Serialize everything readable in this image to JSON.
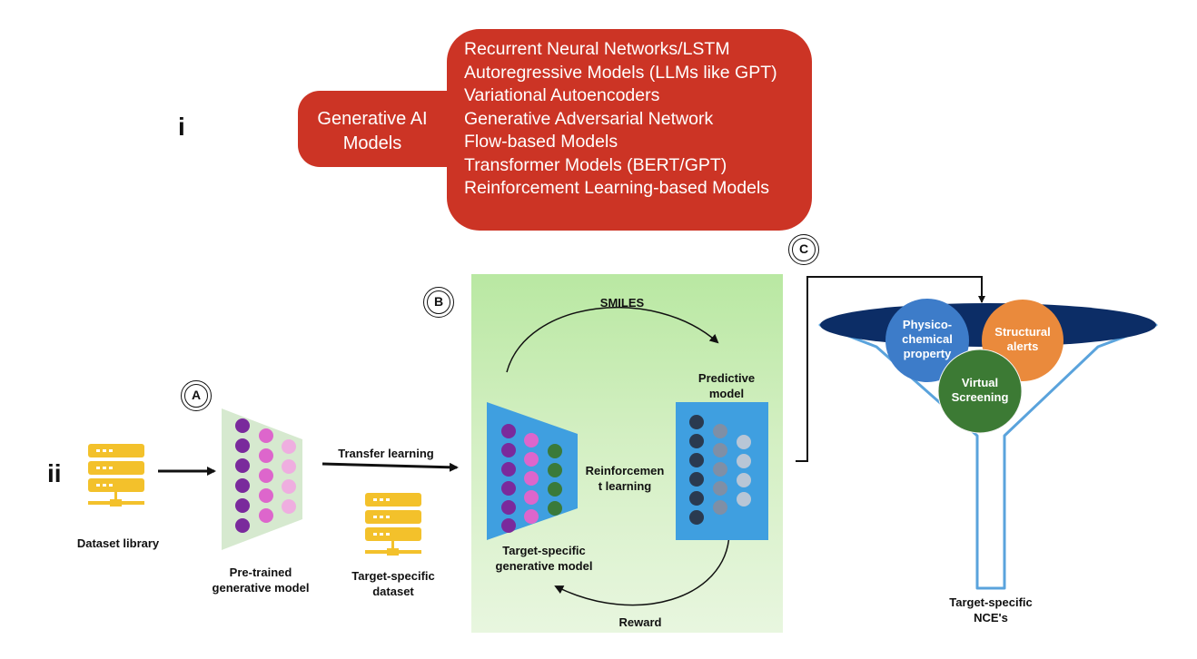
{
  "section_i": {
    "marker": "i",
    "category": "Generative AI Models",
    "models": [
      "Recurrent Neural Networks/LSTM",
      "Autoregressive Models (LLMs like GPT)",
      "Variational Autoencoders",
      "Generative Adversarial Network",
      "Flow-based Models",
      "Transformer Models (BERT/GPT)",
      "Reinforcement Learning-based Models"
    ]
  },
  "section_ii": {
    "marker": "ii",
    "step_a": {
      "badge": "A",
      "dataset": "Dataset library",
      "model": "Pre-trained generative model"
    },
    "transfer": "Transfer learning",
    "target_dataset": "Target-specific dataset",
    "step_b": {
      "badge": "B",
      "smiles": "SMILES",
      "predictive": "Predictive model",
      "rl_line1": "Reinforcemen",
      "rl_line2": "t learning",
      "generator": "Target-specific generative model",
      "reward": "Reward"
    },
    "step_c": {
      "badge": "C",
      "filters": {
        "physchem": "Physico-chemical property",
        "structural": "Structural alerts",
        "virtual": "Virtual Screening"
      },
      "output": "Target-specific NCE's"
    }
  },
  "colors": {
    "red": "#cc3425",
    "panel_green": "#c8ecb3",
    "net_blue": "#3f9fe0",
    "purple": "#7a2a9c",
    "pink": "#dd66cc",
    "light_pink": "#efaee0",
    "dark_green": "#3a7a3a",
    "navy": "#2a3a50",
    "slate": "#7f8fa6",
    "light_slate": "#b8c6d6",
    "funnel_top": "#0c2d66",
    "funnel_outline": "#5aa3dc",
    "circle_blue": "#3d7cc9",
    "circle_orange": "#ea8a3c",
    "circle_green": "#3c7a34",
    "server_yellow": "#f3c12b"
  },
  "icons": [
    "database-server-icon",
    "database-server-icon"
  ]
}
